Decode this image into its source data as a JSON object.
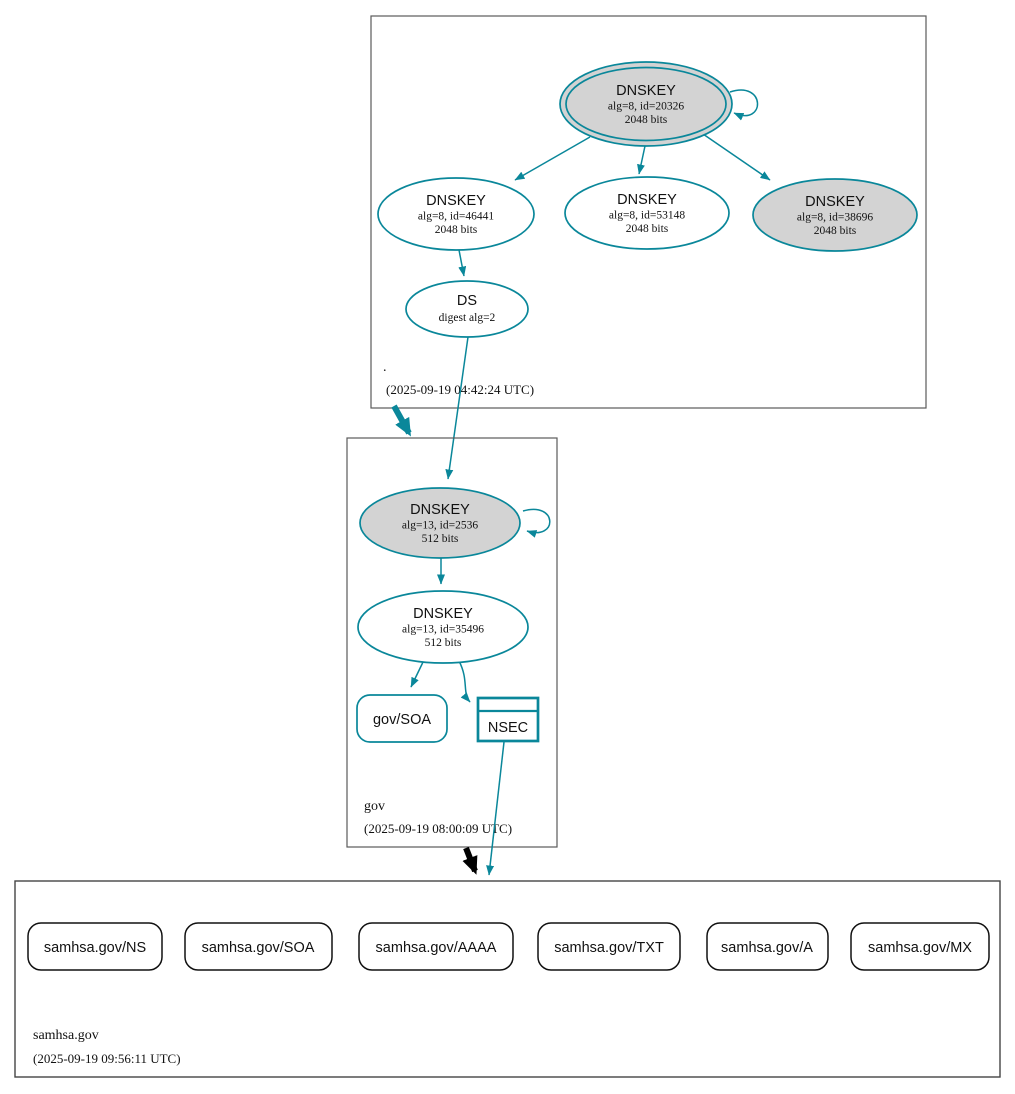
{
  "colors": {
    "secure_teal": "#0a879a",
    "warning_fill_gray": "#d3d3d3",
    "zone_box_border": "#5b5b5b",
    "insecure_black": "#000000"
  },
  "zones": [
    {
      "label": ".",
      "timestamp": "(2025-09-19 04:42:24 UTC)"
    },
    {
      "label": "gov",
      "timestamp": "(2025-09-19 08:00:09 UTC)"
    },
    {
      "label": "samhsa.gov",
      "timestamp": "(2025-09-19 09:56:11 UTC)"
    }
  ],
  "nodes": {
    "root_ksk": {
      "title": "DNSKEY",
      "detail1": "alg=8, id=20326",
      "detail2": "2048 bits"
    },
    "root_zsk_46441": {
      "title": "DNSKEY",
      "detail1": "alg=8, id=46441",
      "detail2": "2048 bits"
    },
    "root_zsk_53148": {
      "title": "DNSKEY",
      "detail1": "alg=8, id=53148",
      "detail2": "2048 bits"
    },
    "root_key_38696": {
      "title": "DNSKEY",
      "detail1": "alg=8, id=38696",
      "detail2": "2048 bits"
    },
    "root_ds": {
      "title": "DS",
      "detail1": "digest alg=2"
    },
    "gov_ksk": {
      "title": "DNSKEY",
      "detail1": "alg=13, id=2536",
      "detail2": "512 bits"
    },
    "gov_zsk": {
      "title": "DNSKEY",
      "detail1": "alg=13, id=35496",
      "detail2": "512 bits"
    },
    "gov_soa": {
      "label": "gov/SOA"
    },
    "gov_nsec": {
      "label": "NSEC"
    },
    "samhsa_ns": {
      "label": "samhsa.gov/NS"
    },
    "samhsa_soa": {
      "label": "samhsa.gov/SOA"
    },
    "samhsa_aaaa": {
      "label": "samhsa.gov/AAAA"
    },
    "samhsa_txt": {
      "label": "samhsa.gov/TXT"
    },
    "samhsa_a": {
      "label": "samhsa.gov/A"
    },
    "samhsa_mx": {
      "label": "samhsa.gov/MX"
    }
  }
}
